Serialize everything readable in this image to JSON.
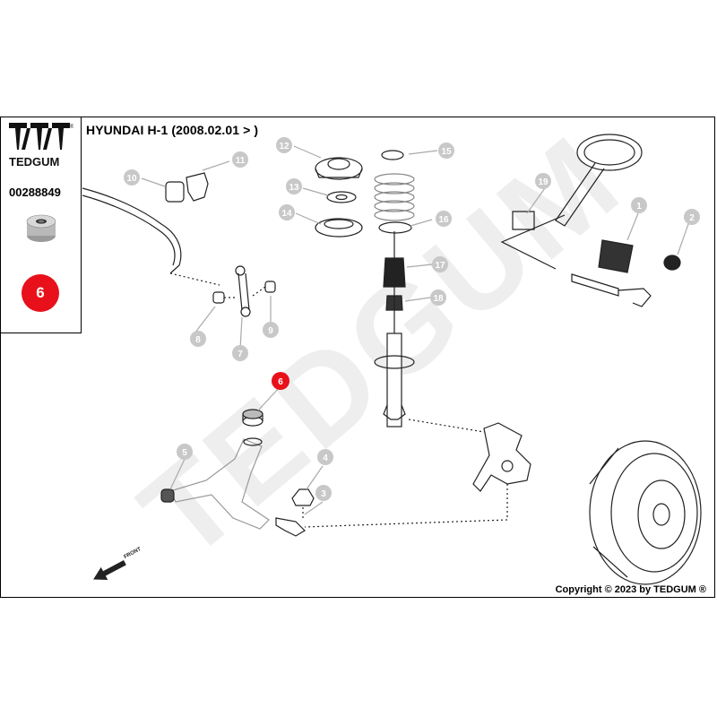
{
  "brand": {
    "name": "TEDGUM",
    "registered": "®",
    "accent_color": "#e8101a",
    "callout_color": "#c8c8c8"
  },
  "part": {
    "number": "00288849",
    "position_label": "6"
  },
  "diagram": {
    "title": "HYUNDAI H-1 (2008.02.01 > )",
    "watermark": "TEDGUM",
    "front_label": "FRONT",
    "copyright": "Copyright © 2023 by TEDGUM ®",
    "callouts": [
      "1",
      "2",
      "3",
      "4",
      "5",
      "6",
      "7",
      "8",
      "9",
      "10",
      "11",
      "12",
      "13",
      "14",
      "15",
      "16",
      "17",
      "18",
      "19"
    ],
    "highlighted": "6"
  }
}
